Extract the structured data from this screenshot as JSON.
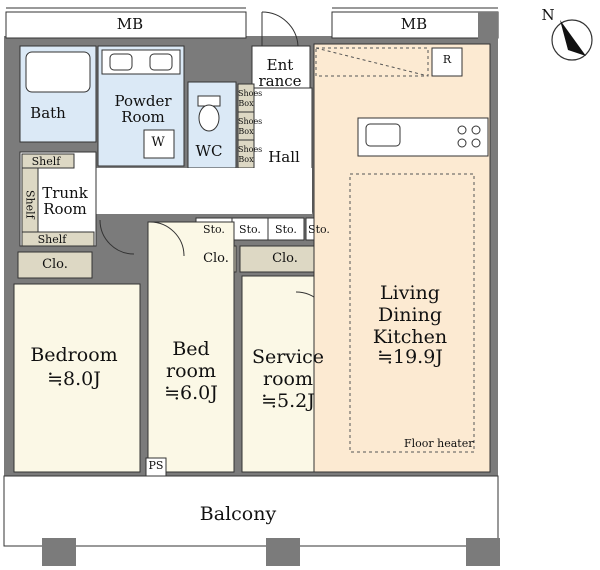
{
  "rooms": {
    "mb_left": "MB",
    "mb_right": "MB",
    "bath": "Bath",
    "powder_room": [
      "Powder",
      "Room"
    ],
    "wc": "WC",
    "washer": "W",
    "entrance": [
      "Ent",
      "rance"
    ],
    "hall": "Hall",
    "shoes_box": [
      "Shoes",
      "Box"
    ],
    "trunk_room": [
      "Trunk",
      "Room"
    ],
    "shelf": "Shelf",
    "closet": "Clo.",
    "storage": "Sto.",
    "bedroom": {
      "name": "Bedroom",
      "size": "≒8.0J"
    },
    "bed_room": {
      "name": [
        "Bed",
        "room"
      ],
      "size": "≒6.0J"
    },
    "service_room": {
      "name": [
        "Service",
        "room"
      ],
      "size": "≒5.2J"
    },
    "ldk": {
      "name": [
        "Living",
        "Dining",
        "Kitchen"
      ],
      "size": "≒19.9J"
    },
    "floor_heater": "Floor heater",
    "refrigerator": "R",
    "ps": "PS",
    "balcony": "Balcony"
  },
  "compass": {
    "label": "N"
  },
  "colors": {
    "wall": "#7b7b7b",
    "bedroom_floor": "#fbf8e6",
    "ldk_floor": "#fcead2",
    "wet_area": "#dbe9f6",
    "storage": "#ddd8c4",
    "outline": "#333333"
  }
}
